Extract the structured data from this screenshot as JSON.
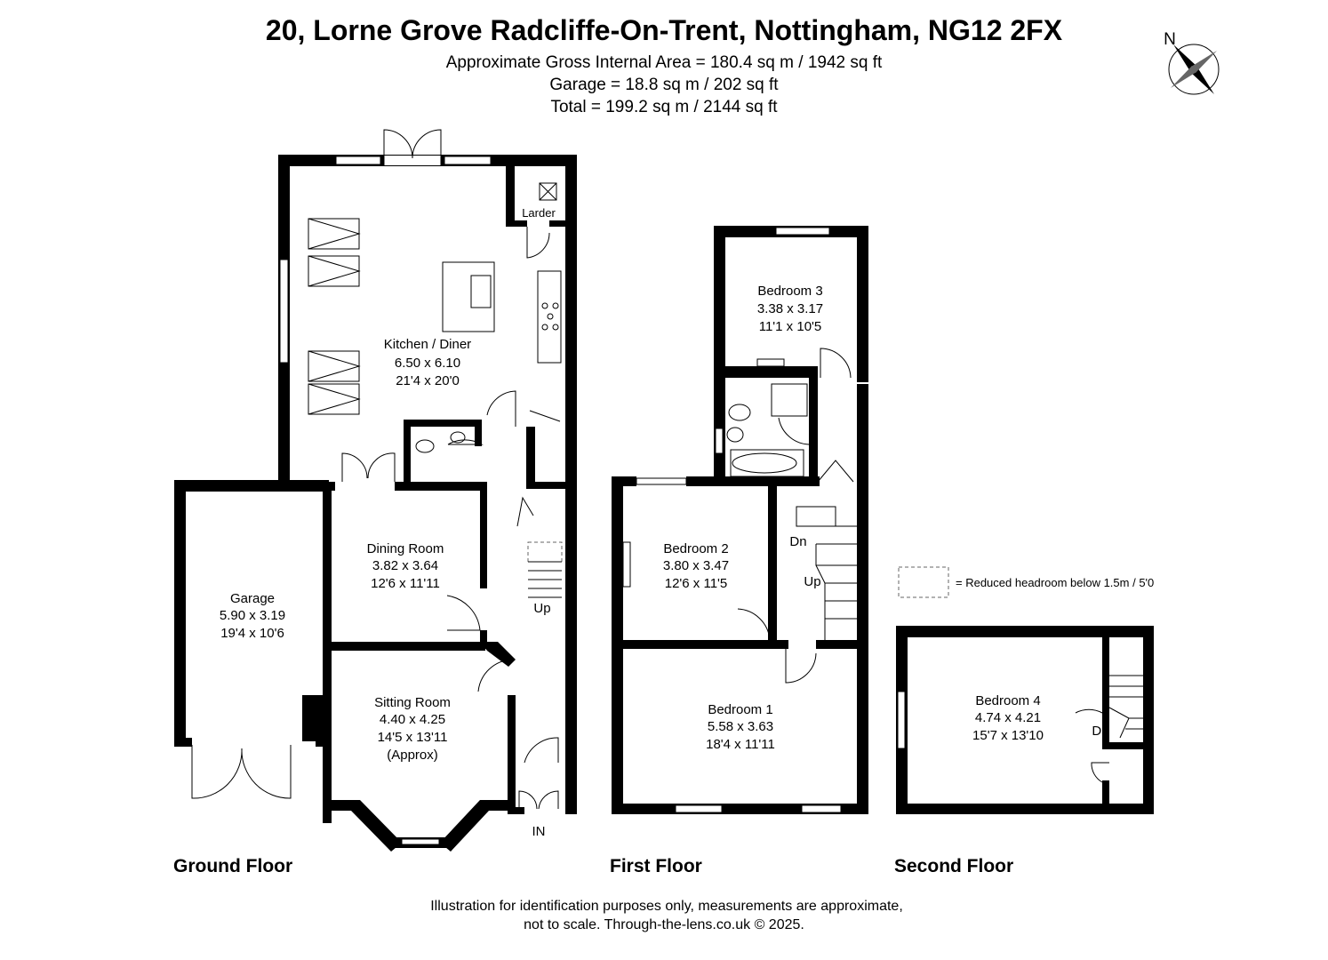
{
  "header": {
    "title": "20, Lorne Grove Radcliffe-On-Trent, Nottingham, NG12 2FX",
    "area_lines": [
      "Approximate Gross Internal Area = 180.4 sq m / 1942 sq ft",
      "Garage = 18.8 sq m / 202 sq ft",
      "Total = 199.2 sq m / 2144 sq ft"
    ]
  },
  "compass": {
    "label": "N"
  },
  "floors": [
    {
      "name": "Ground Floor"
    },
    {
      "name": "First Floor"
    },
    {
      "name": "Second Floor"
    }
  ],
  "rooms": {
    "kitchen": [
      "Kitchen / Diner",
      "6.50 x 6.10",
      "21'4 x 20'0"
    ],
    "larder": [
      "Larder"
    ],
    "dining": [
      "Dining Room",
      "3.82 x 3.64",
      "12'6 x 11'11"
    ],
    "garage": [
      "Garage",
      "5.90 x 3.19",
      "19'4 x 10'6"
    ],
    "sitting": [
      "Sitting Room",
      "4.40 x 4.25",
      "14'5 x 13'11",
      "(Approx)"
    ],
    "bedroom3": [
      "Bedroom 3",
      "3.38 x 3.17",
      "11'1 x 10'5"
    ],
    "bedroom2": [
      "Bedroom 2",
      "3.80 x 3.47",
      "12'6 x 11'5"
    ],
    "bedroom1": [
      "Bedroom 1",
      "5.58 x 3.63",
      "18'4 x 11'11"
    ],
    "bedroom4": [
      "Bedroom 4",
      "4.74 x 4.21",
      "15'7 x 13'10"
    ]
  },
  "stairs": {
    "ground_up": "Up",
    "entrance": "IN",
    "first_dn": "Dn",
    "first_up": "Up",
    "second_dn": "Dn"
  },
  "legend": {
    "text": "= Reduced headroom below 1.5m / 5'0"
  },
  "footer": {
    "lines": [
      "Illustration for identification purposes only, measurements are approximate,",
      "not to scale. Through-the-lens.co.uk © 2025."
    ]
  }
}
